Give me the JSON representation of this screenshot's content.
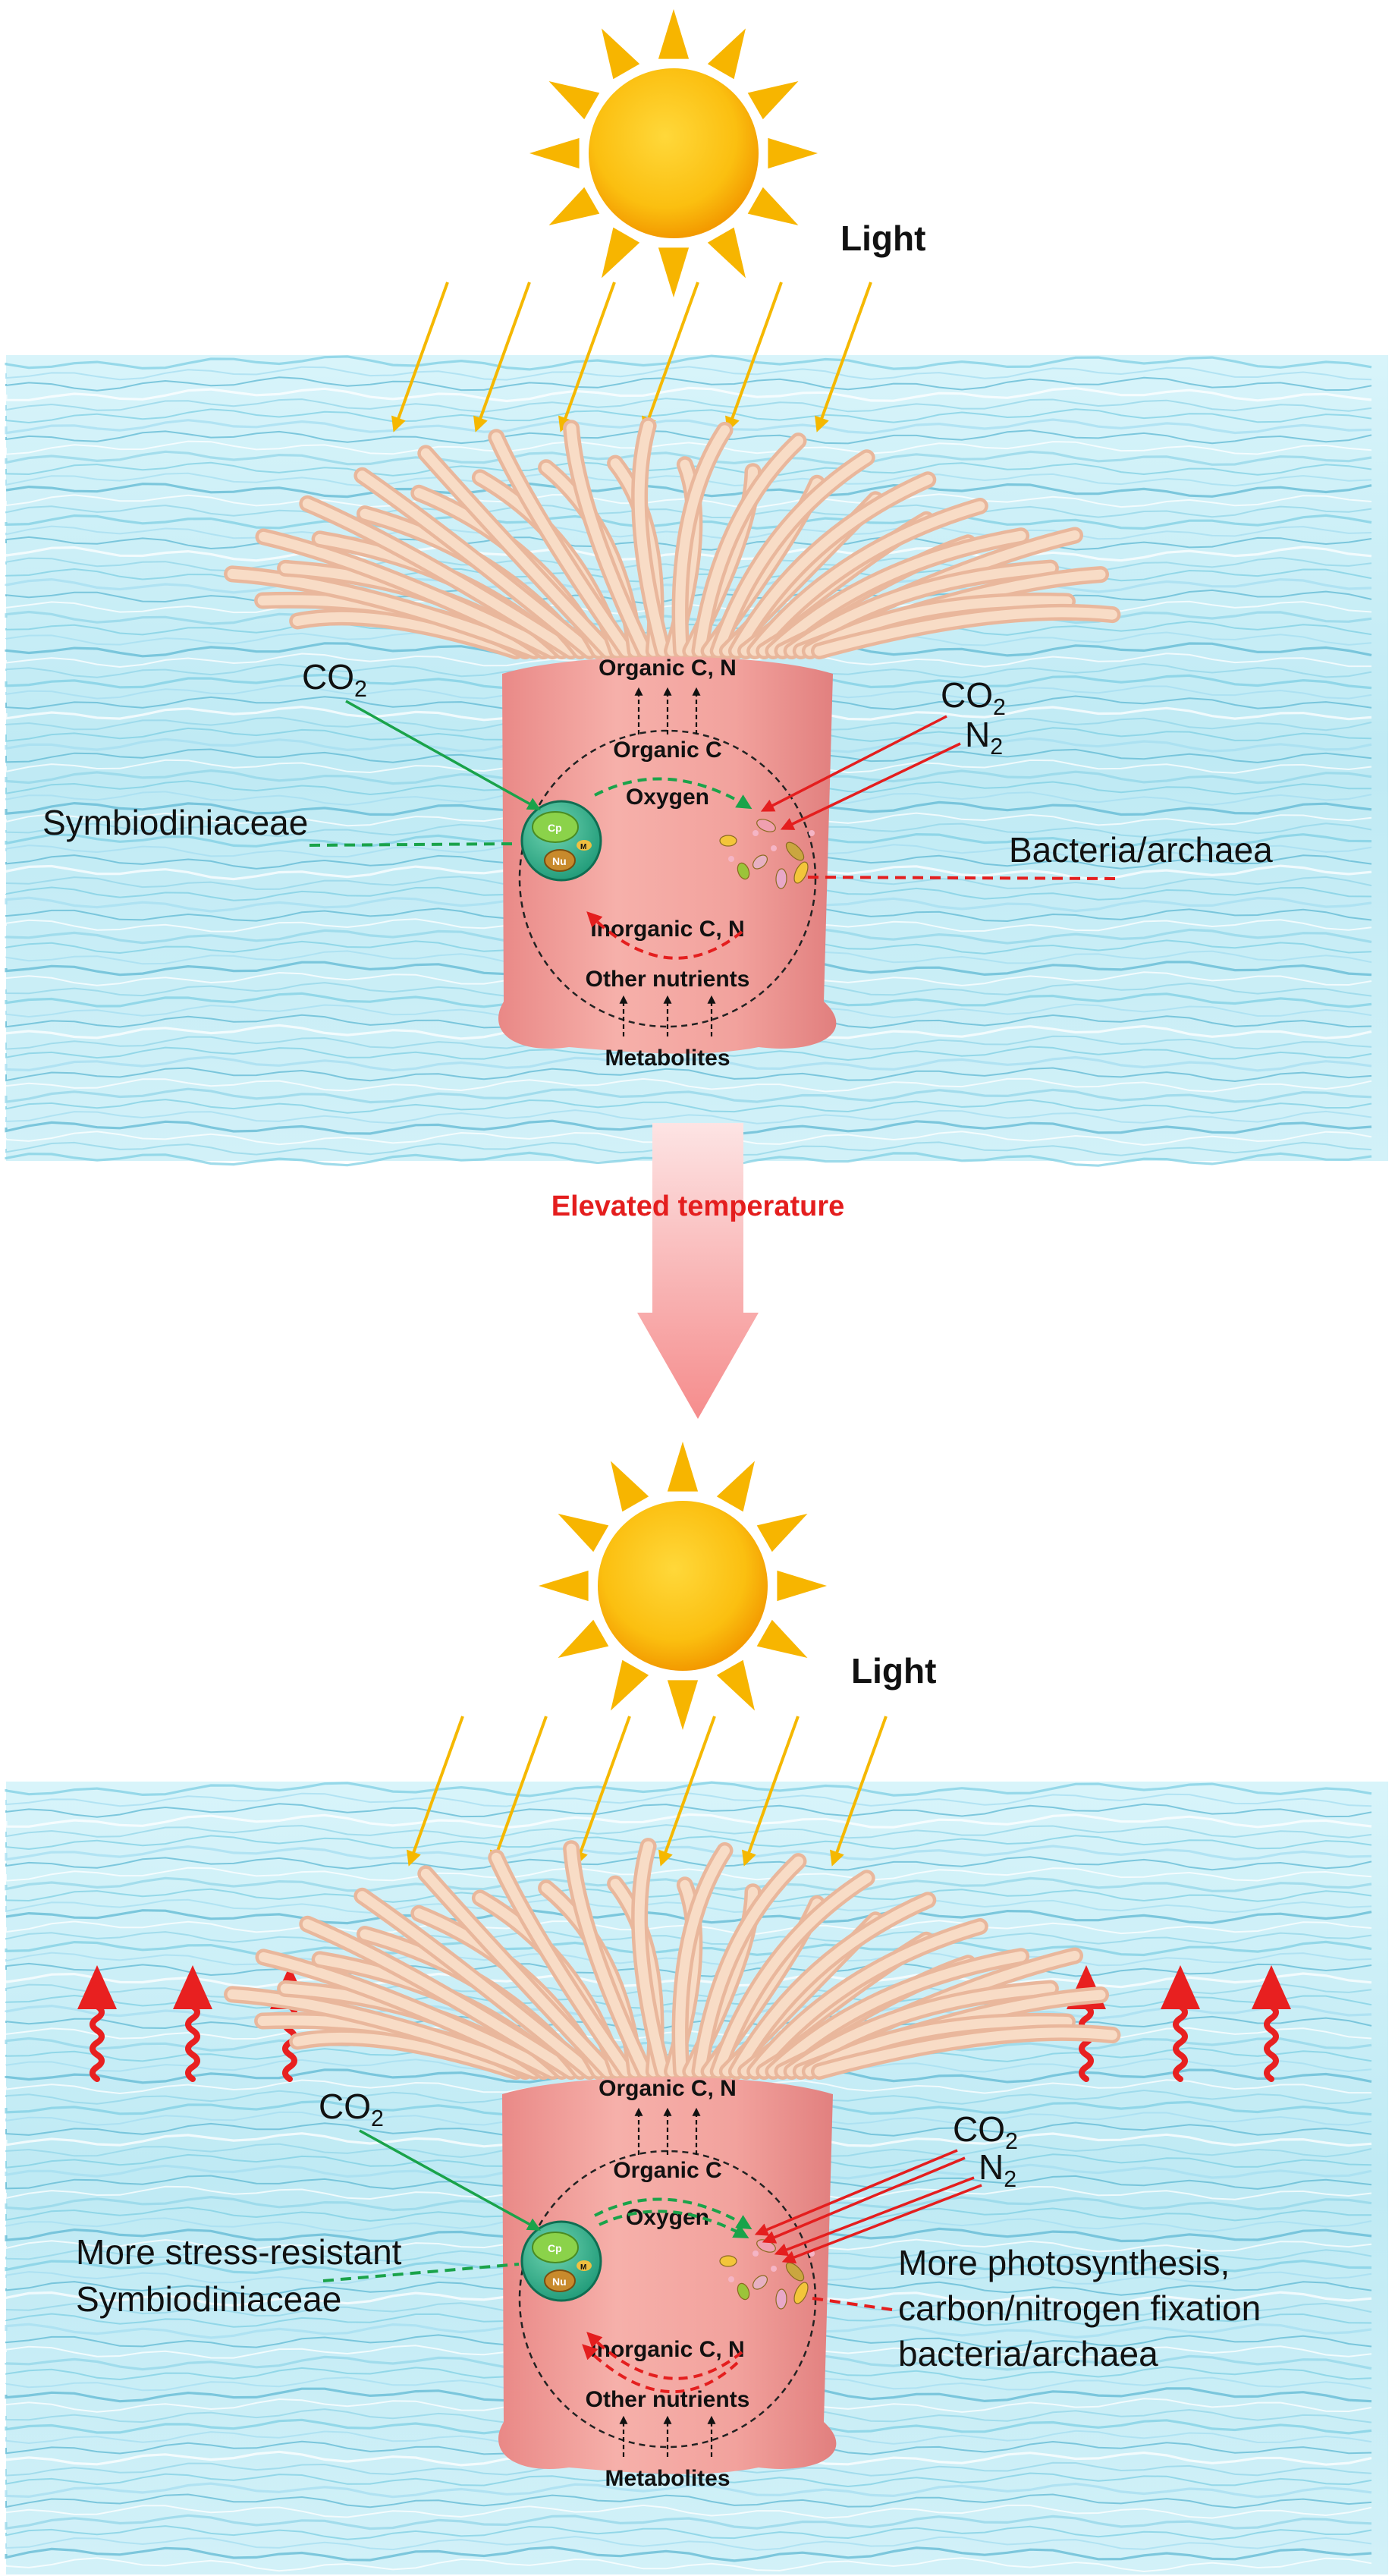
{
  "colors": {
    "water_light": "#e6f8fc",
    "water_dark": "#7fd0e4",
    "sun_outer": "#f7b500",
    "sun_inner": "#ffd02a",
    "light_ray": "#f5b800",
    "anemone_body": "#f1a4a0",
    "tentacle": "#f4cfb6",
    "symbiont_arrow": "#1aa34a",
    "bacteria_arrow": "#e41e1e",
    "transition_arrow": "#f59a9a",
    "heat_arrow": "#e82020"
  },
  "top_panel": {
    "light": "Light",
    "co2_left": "CO",
    "co2_left_sub": "2",
    "co2_right": "CO",
    "co2_right_sub": "2",
    "n2_right": "N",
    "n2_right_sub": "2",
    "symbiont_label": "Symbiodiniaceae",
    "bacteria_label": "Bacteria/archaea",
    "organic_cn": "Organic C, N",
    "organic_c": "Organic C",
    "oxygen": "Oxygen",
    "inorganic_cn": "Inorganic C, N",
    "other_nutrients": "Other nutrients",
    "metabolites": "Metabolites",
    "cp": "Cp",
    "nu": "Nu",
    "m": "M"
  },
  "transition": {
    "label": "Elevated temperature"
  },
  "bottom_panel": {
    "light": "Light",
    "co2_left": "CO",
    "co2_left_sub": "2",
    "co2_right": "CO",
    "co2_right_sub": "2",
    "n2_right": "N",
    "n2_right_sub": "2",
    "symbiont_label_line1": "More stress-resistant",
    "symbiont_label_line2": "Symbiodiniaceae",
    "bacteria_label_line1": "More photosynthesis,",
    "bacteria_label_line2": "carbon/nitrogen fixation",
    "bacteria_label_line3": "bacteria/archaea",
    "organic_cn": "Organic C, N",
    "organic_c": "Organic C",
    "oxygen": "Oxygen",
    "inorganic_cn": "Inorganic C, N",
    "other_nutrients": "Other nutrients",
    "metabolites": "Metabolites",
    "cp": "Cp",
    "nu": "Nu",
    "m": "M"
  }
}
